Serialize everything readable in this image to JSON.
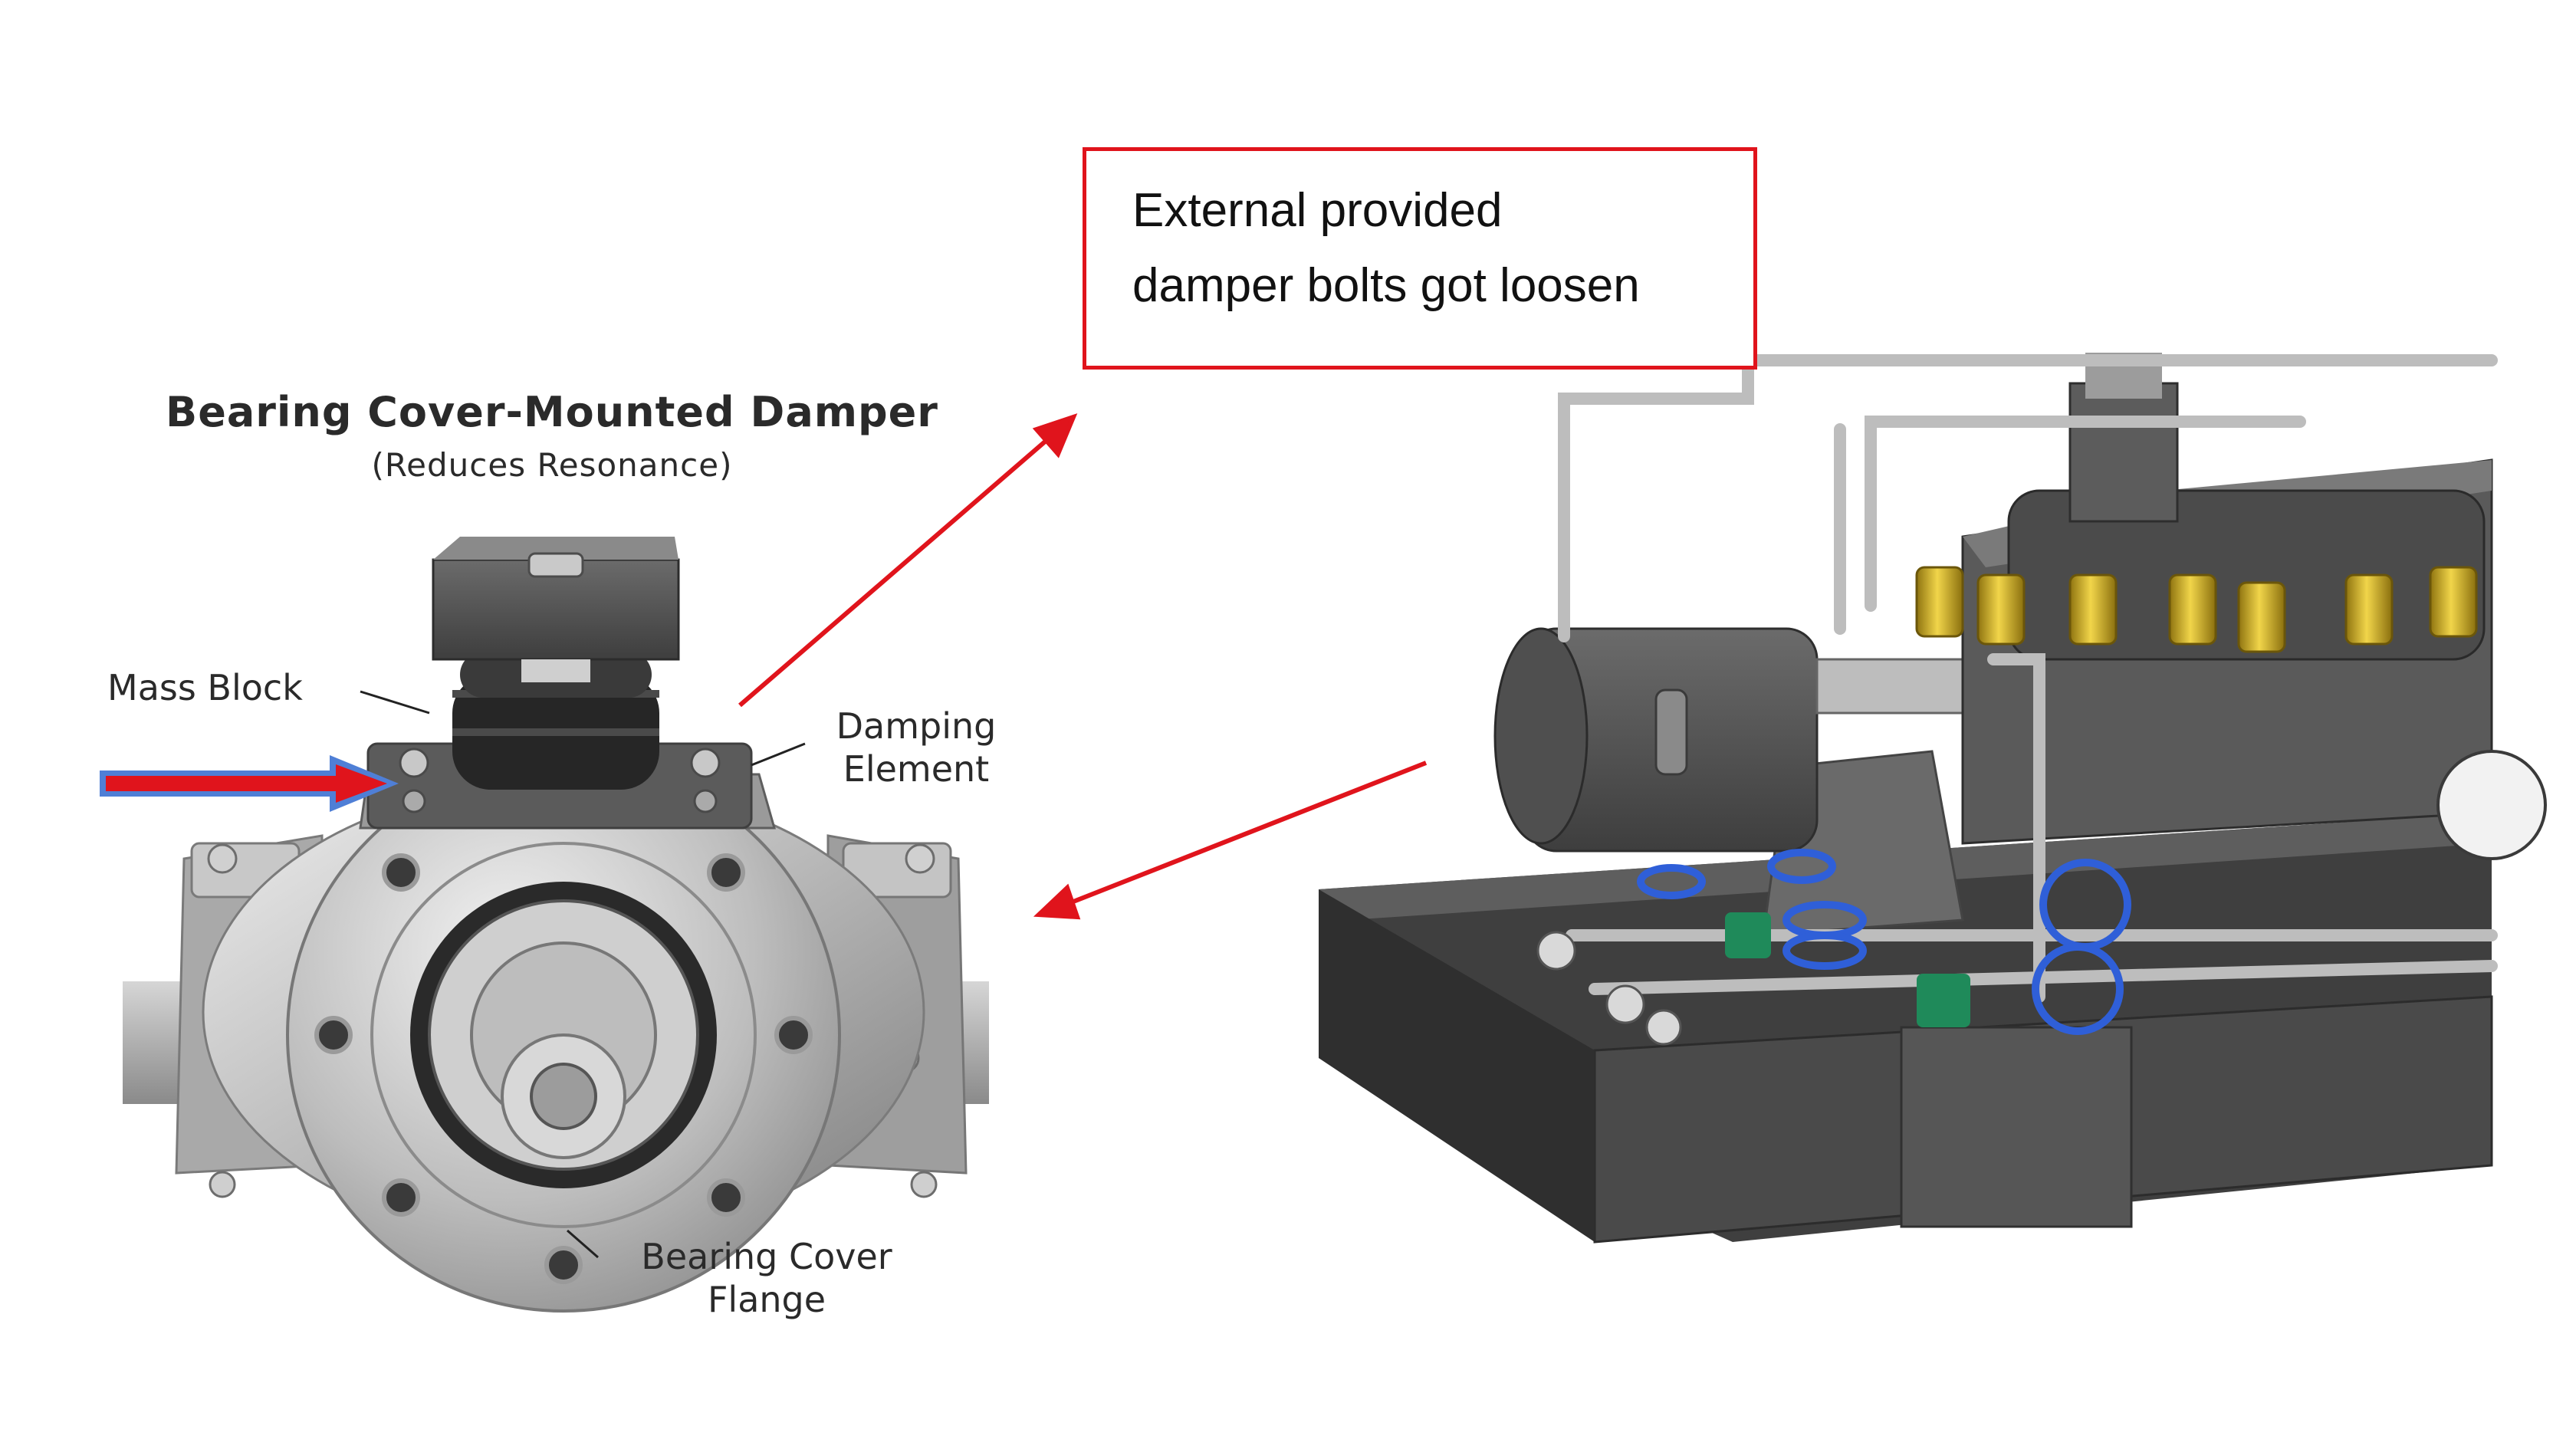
{
  "diagram": {
    "title": "Bearing Cover-Mounted Damper",
    "subtitle": "(Reduces Resonance)",
    "labels": {
      "mass_block": "Mass Block",
      "damping_element_line1": "Damping",
      "damping_element_line2": "Element",
      "bearing_cover_flange_line1": "Bearing Cover",
      "bearing_cover_flange_line2": "Flange"
    },
    "callout": {
      "line1": "External provided",
      "line2": "damper bolts got loosen"
    },
    "colors": {
      "callout_border": "#e0141c",
      "arrow_red": "#e0141c",
      "arrow_outline_blue": "#4f7fd6",
      "machine_gray": "#5a5a5a",
      "brass": "#d9b21e",
      "valve_blue": "#2f5fd8",
      "valve_green": "#1f8a5a"
    }
  }
}
